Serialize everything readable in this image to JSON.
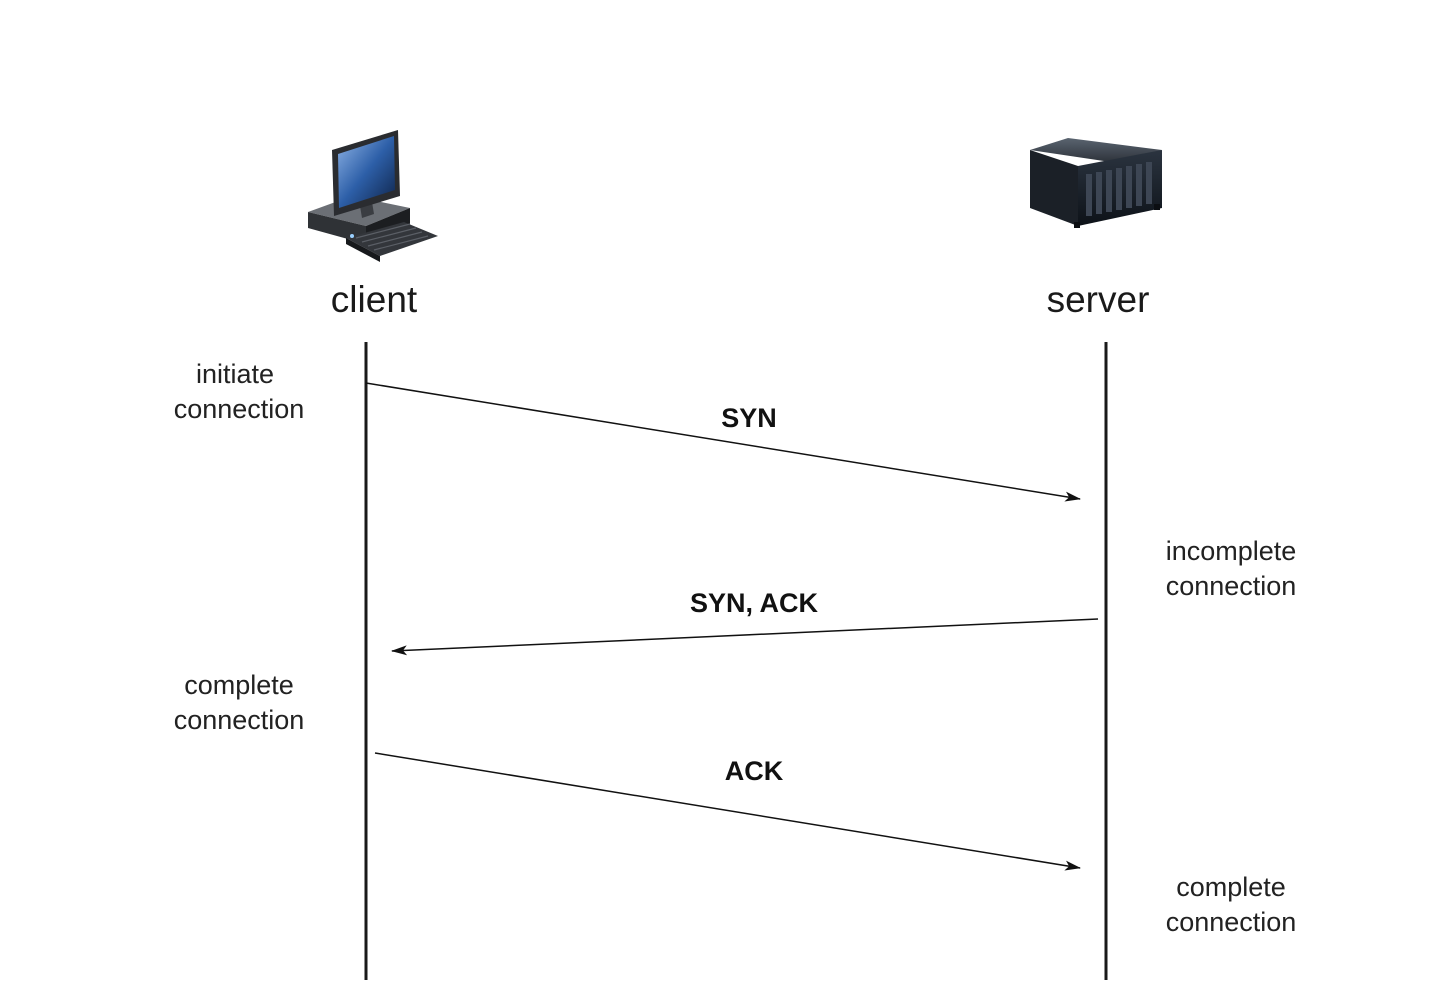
{
  "participants": {
    "client": {
      "label": "client",
      "icon": "desktop-computer-icon"
    },
    "server": {
      "label": "server",
      "icon": "rack-server-icon"
    }
  },
  "notes": {
    "client_initiate": {
      "line1": "initiate",
      "line2": "connection"
    },
    "server_incomplete": {
      "line1": "incomplete",
      "line2": "connection"
    },
    "client_complete": {
      "line1": "complete",
      "line2": "connection"
    },
    "server_complete": {
      "line1": "complete",
      "line2": "connection"
    }
  },
  "messages": {
    "syn": {
      "label": "SYN",
      "from": "client",
      "to": "server"
    },
    "syn_ack": {
      "label": "SYN, ACK",
      "from": "server",
      "to": "client"
    },
    "ack": {
      "label": "ACK",
      "from": "client",
      "to": "server"
    }
  },
  "colors": {
    "line": "#1a1a1a",
    "text": "#1a1a1a"
  }
}
